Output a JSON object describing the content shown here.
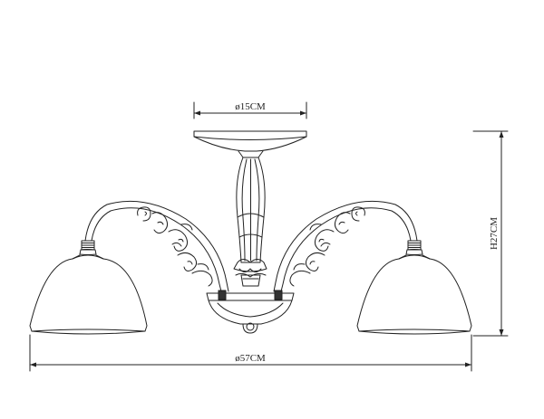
{
  "colors": {
    "line": "#222222",
    "background": "#ffffff"
  },
  "dimensions": {
    "canopy_diameter": "ø15CM",
    "total_diameter": "ø57CM",
    "height": "H27CM"
  }
}
